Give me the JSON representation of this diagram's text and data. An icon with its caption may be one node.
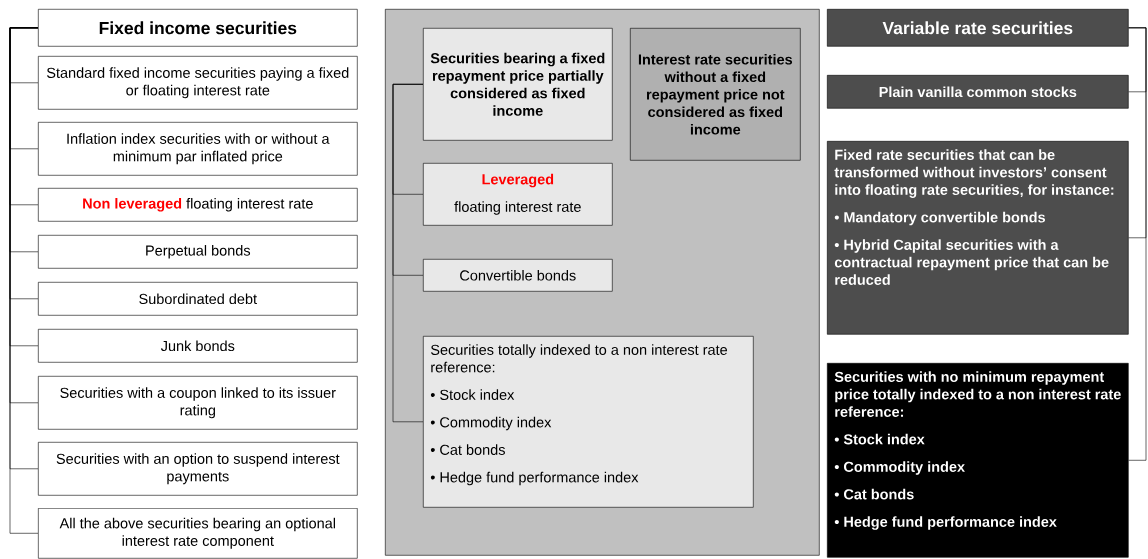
{
  "diagram": {
    "nodes": [
      {
        "text": [
          "Fixed income securities"
        ]
      },
      {
        "text": [
          "Standard fixed income securities paying a fixed or floating interest rate"
        ]
      },
      {
        "text": [
          "Inflation index securities with or without a minimum par inflated price"
        ]
      },
      {
        "text": [
          "Non leveraged",
          "floating interest rate"
        ]
      },
      {
        "text": [
          "Perpetual bonds"
        ]
      },
      {
        "text": [
          "Subordinated debt"
        ]
      },
      {
        "text": [
          "Junk bonds"
        ]
      },
      {
        "text": [
          "Securities with a coupon linked to its issuer rating"
        ]
      },
      {
        "text": [
          "Securities with an option to suspend interest payments"
        ]
      },
      {
        "text": [
          "All the above securities bearing an optional interest rate component"
        ]
      },
      {
        "text": [],
        "shape": "box"
      },
      {
        "text": [
          "Securities bearing a fixed repayment price partially considered as fixed income"
        ],
        "in": 10
      },
      {
        "text": [
          "Interest rate securities without a fixed repayment price not considered as fixed income"
        ],
        "in": 10
      },
      {
        "text": [
          "Leveraged",
          "floating interest rate"
        ],
        "in": 10
      },
      {
        "text": [
          "Convertible bonds"
        ],
        "in": 10
      },
      {
        "text": [
          "Securities totally indexed to a non interest rate reference:",
          "• Stock index",
          "• Commodity index",
          "• Cat bonds",
          "• Hedge fund performance index"
        ],
        "in": 10
      },
      {
        "text": [
          "Variable rate securities"
        ]
      },
      {
        "text": [
          "Plain vanilla common stocks"
        ]
      },
      {
        "text": [
          "Fixed rate securities that can be transformed without investors’ consent into floating rate securities, for instance:",
          "• Mandatory convertible bonds",
          "• Hybrid Capital securities with a contractual repayment price that can be reduced"
        ]
      },
      {
        "text": [
          "Securities with no minimum repayment price totally indexed to a non interest rate reference:",
          "• Stock index",
          "• Commodity index",
          "• Cat bonds",
          "• Hedge fund performance index"
        ]
      }
    ],
    "edges": [
      {
        "from": 0,
        "to": 1,
        "arrow": "none"
      },
      {
        "from": 0,
        "to": 2,
        "arrow": "none"
      },
      {
        "from": 0,
        "to": 3,
        "arrow": "none"
      },
      {
        "from": 0,
        "to": 4,
        "arrow": "none"
      },
      {
        "from": 0,
        "to": 5,
        "arrow": "none"
      },
      {
        "from": 0,
        "to": 6,
        "arrow": "none"
      },
      {
        "from": 0,
        "to": 7,
        "arrow": "none"
      },
      {
        "from": 0,
        "to": 8,
        "arrow": "none"
      },
      {
        "from": 0,
        "to": 9,
        "arrow": "none"
      },
      {
        "from": 11,
        "to": 13,
        "arrow": "none"
      },
      {
        "from": 11,
        "to": 14,
        "arrow": "none"
      },
      {
        "from": 11,
        "to": 15,
        "arrow": "none"
      },
      {
        "from": 16,
        "to": 17,
        "arrow": "none"
      },
      {
        "from": 16,
        "to": 18,
        "arrow": "none"
      },
      {
        "from": 16,
        "to": 19,
        "arrow": "none"
      }
    ]
  }
}
